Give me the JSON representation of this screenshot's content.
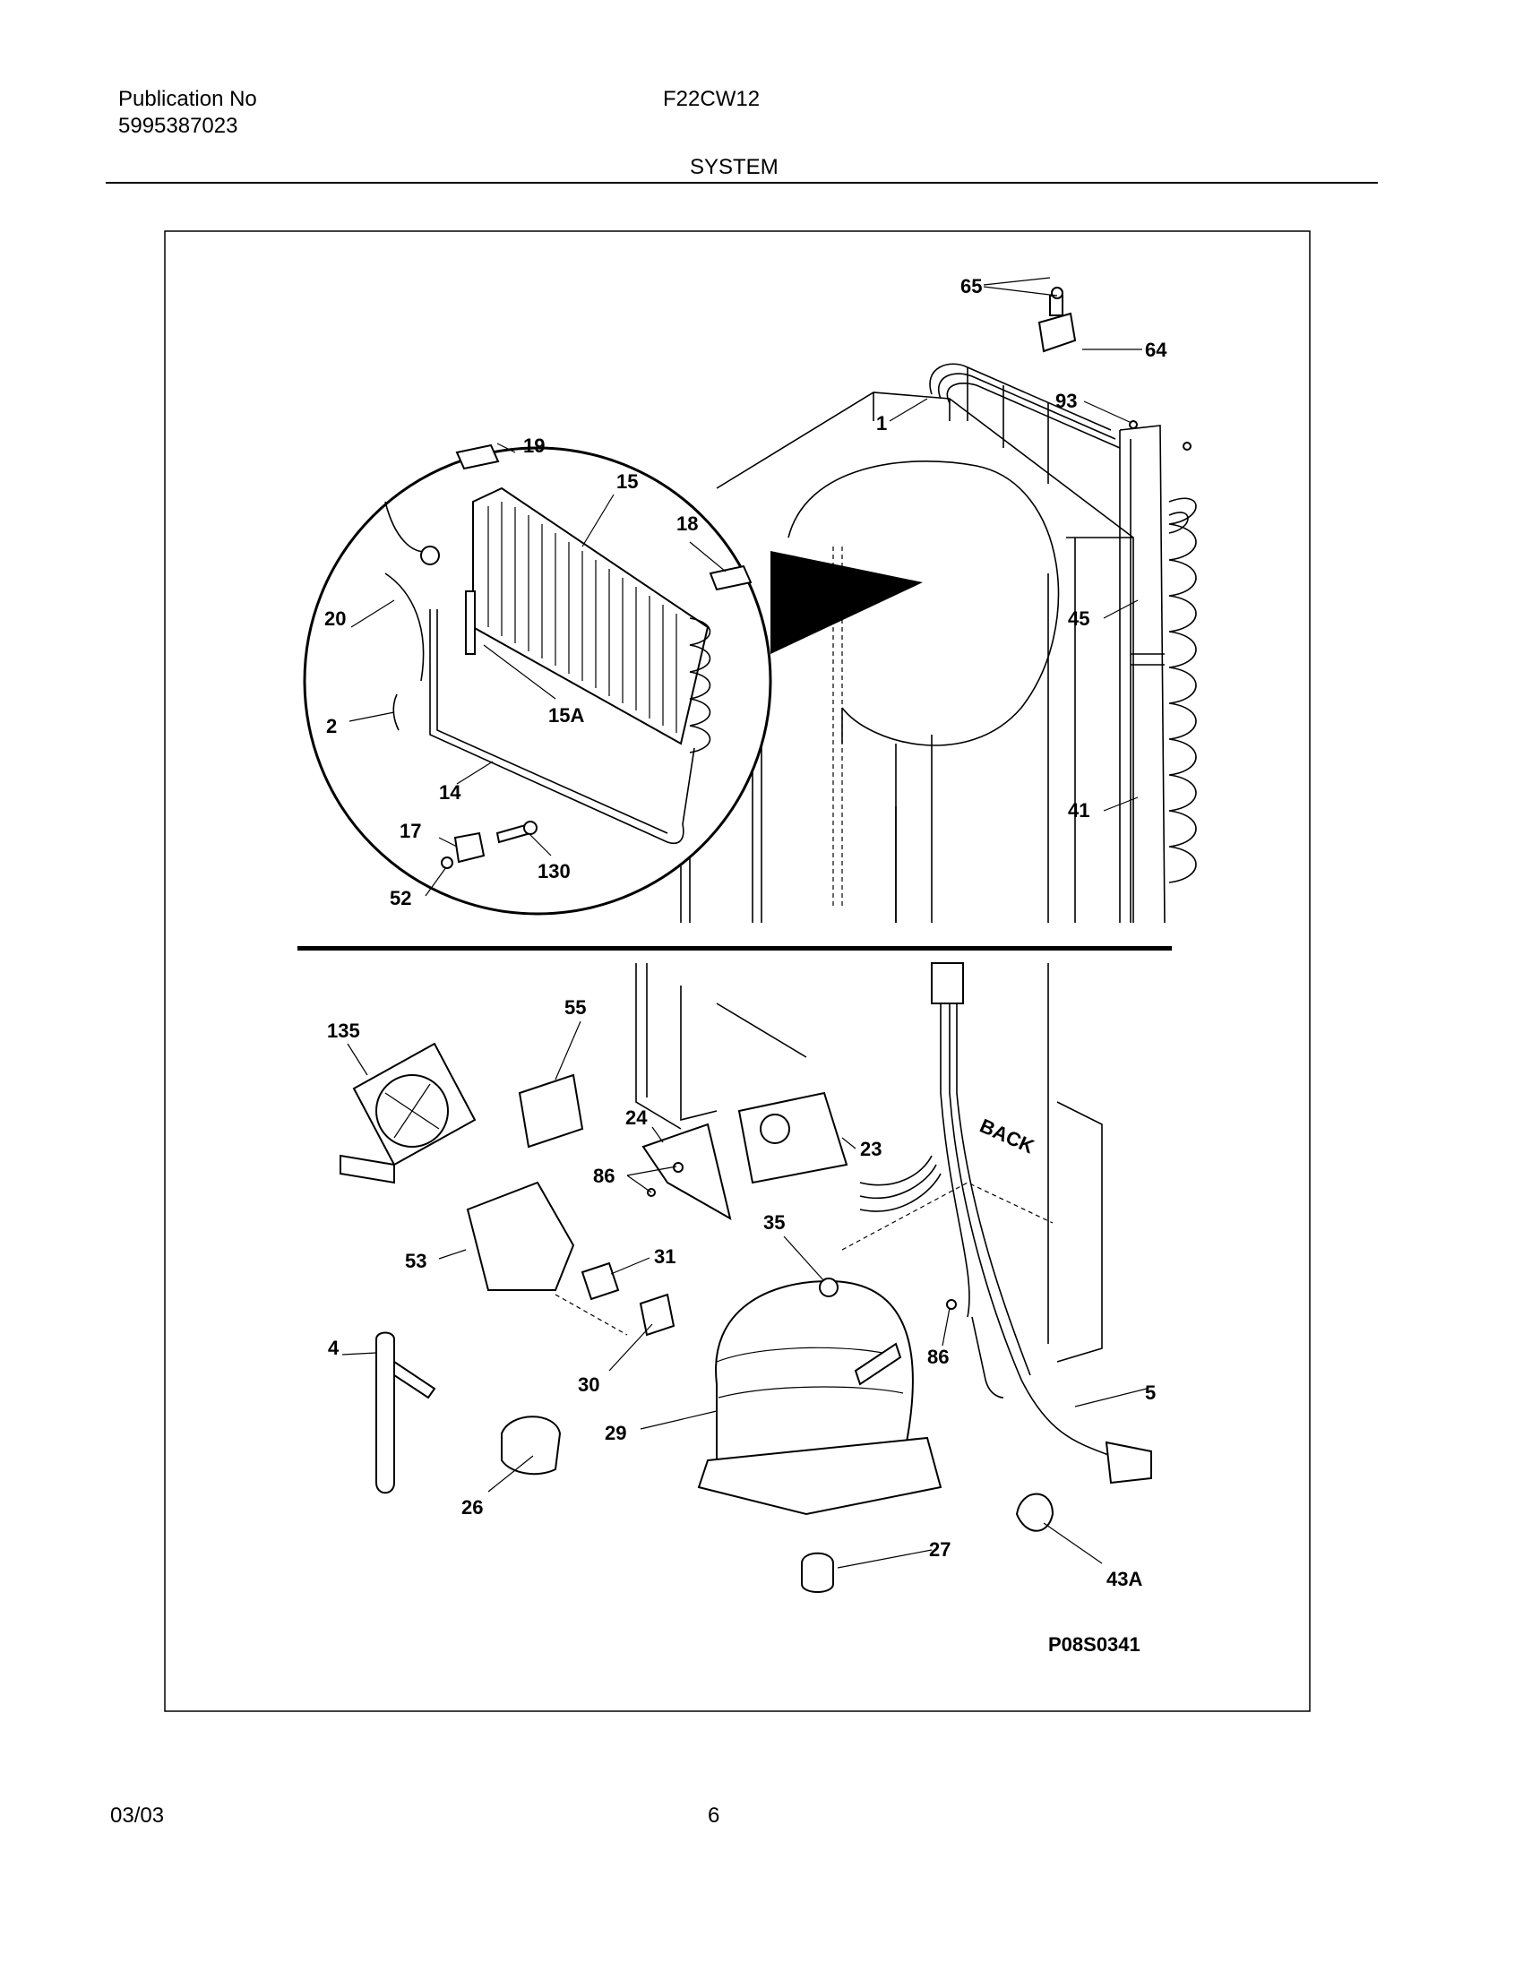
{
  "header": {
    "publication_label": "Publication No",
    "publication_number": "5995387023",
    "model": "F22CW12",
    "section": "SYSTEM"
  },
  "diagram": {
    "drawing_number": "P08S0341",
    "back_label": "BACK",
    "callouts": [
      "65",
      "64",
      "93",
      "1",
      "19",
      "15",
      "18",
      "20",
      "45",
      "2",
      "15A",
      "14",
      "41",
      "17",
      "130",
      "52",
      "135",
      "55",
      "24",
      "23",
      "86",
      "35",
      "53",
      "31",
      "4",
      "30",
      "29",
      "26",
      "27",
      "5",
      "43A"
    ]
  },
  "footer": {
    "date": "03/03",
    "page": "6"
  }
}
